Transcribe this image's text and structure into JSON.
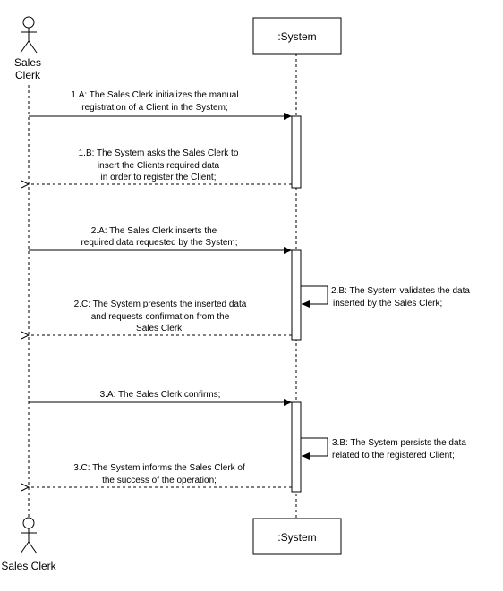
{
  "colors": {
    "stroke": "#000000",
    "background": "#ffffff",
    "text": "#000000"
  },
  "participants": {
    "actor_top_label": [
      "Sales",
      "Clerk"
    ],
    "actor_bottom_label": "Sales Clerk",
    "system_top_label": ":System",
    "system_bottom_label": ":System"
  },
  "messages": {
    "m1a": [
      "1.A: The Sales Clerk initializes the manual",
      "registration of a Client in the System;"
    ],
    "m1b": [
      "1.B: The System asks the Sales Clerk to",
      "insert the Clients required data",
      "in order to register the Client;"
    ],
    "m2a": [
      "2.A: The Sales Clerk inserts the",
      "required data requested by the System;"
    ],
    "m2b": [
      "2.B: The System validates the data",
      "inserted by the Sales Clerk;"
    ],
    "m2c": [
      "2.C: The System presents the inserted data",
      "and requests confirmation from the",
      "Sales Clerk;"
    ],
    "m3a": [
      "3.A: The Sales Clerk confirms;"
    ],
    "m3b": [
      "3.B: The System persists the data",
      "related to the registered Client;"
    ],
    "m3c": [
      "3.C: The System informs the Sales Clerk of",
      "the success of the operation;"
    ]
  }
}
